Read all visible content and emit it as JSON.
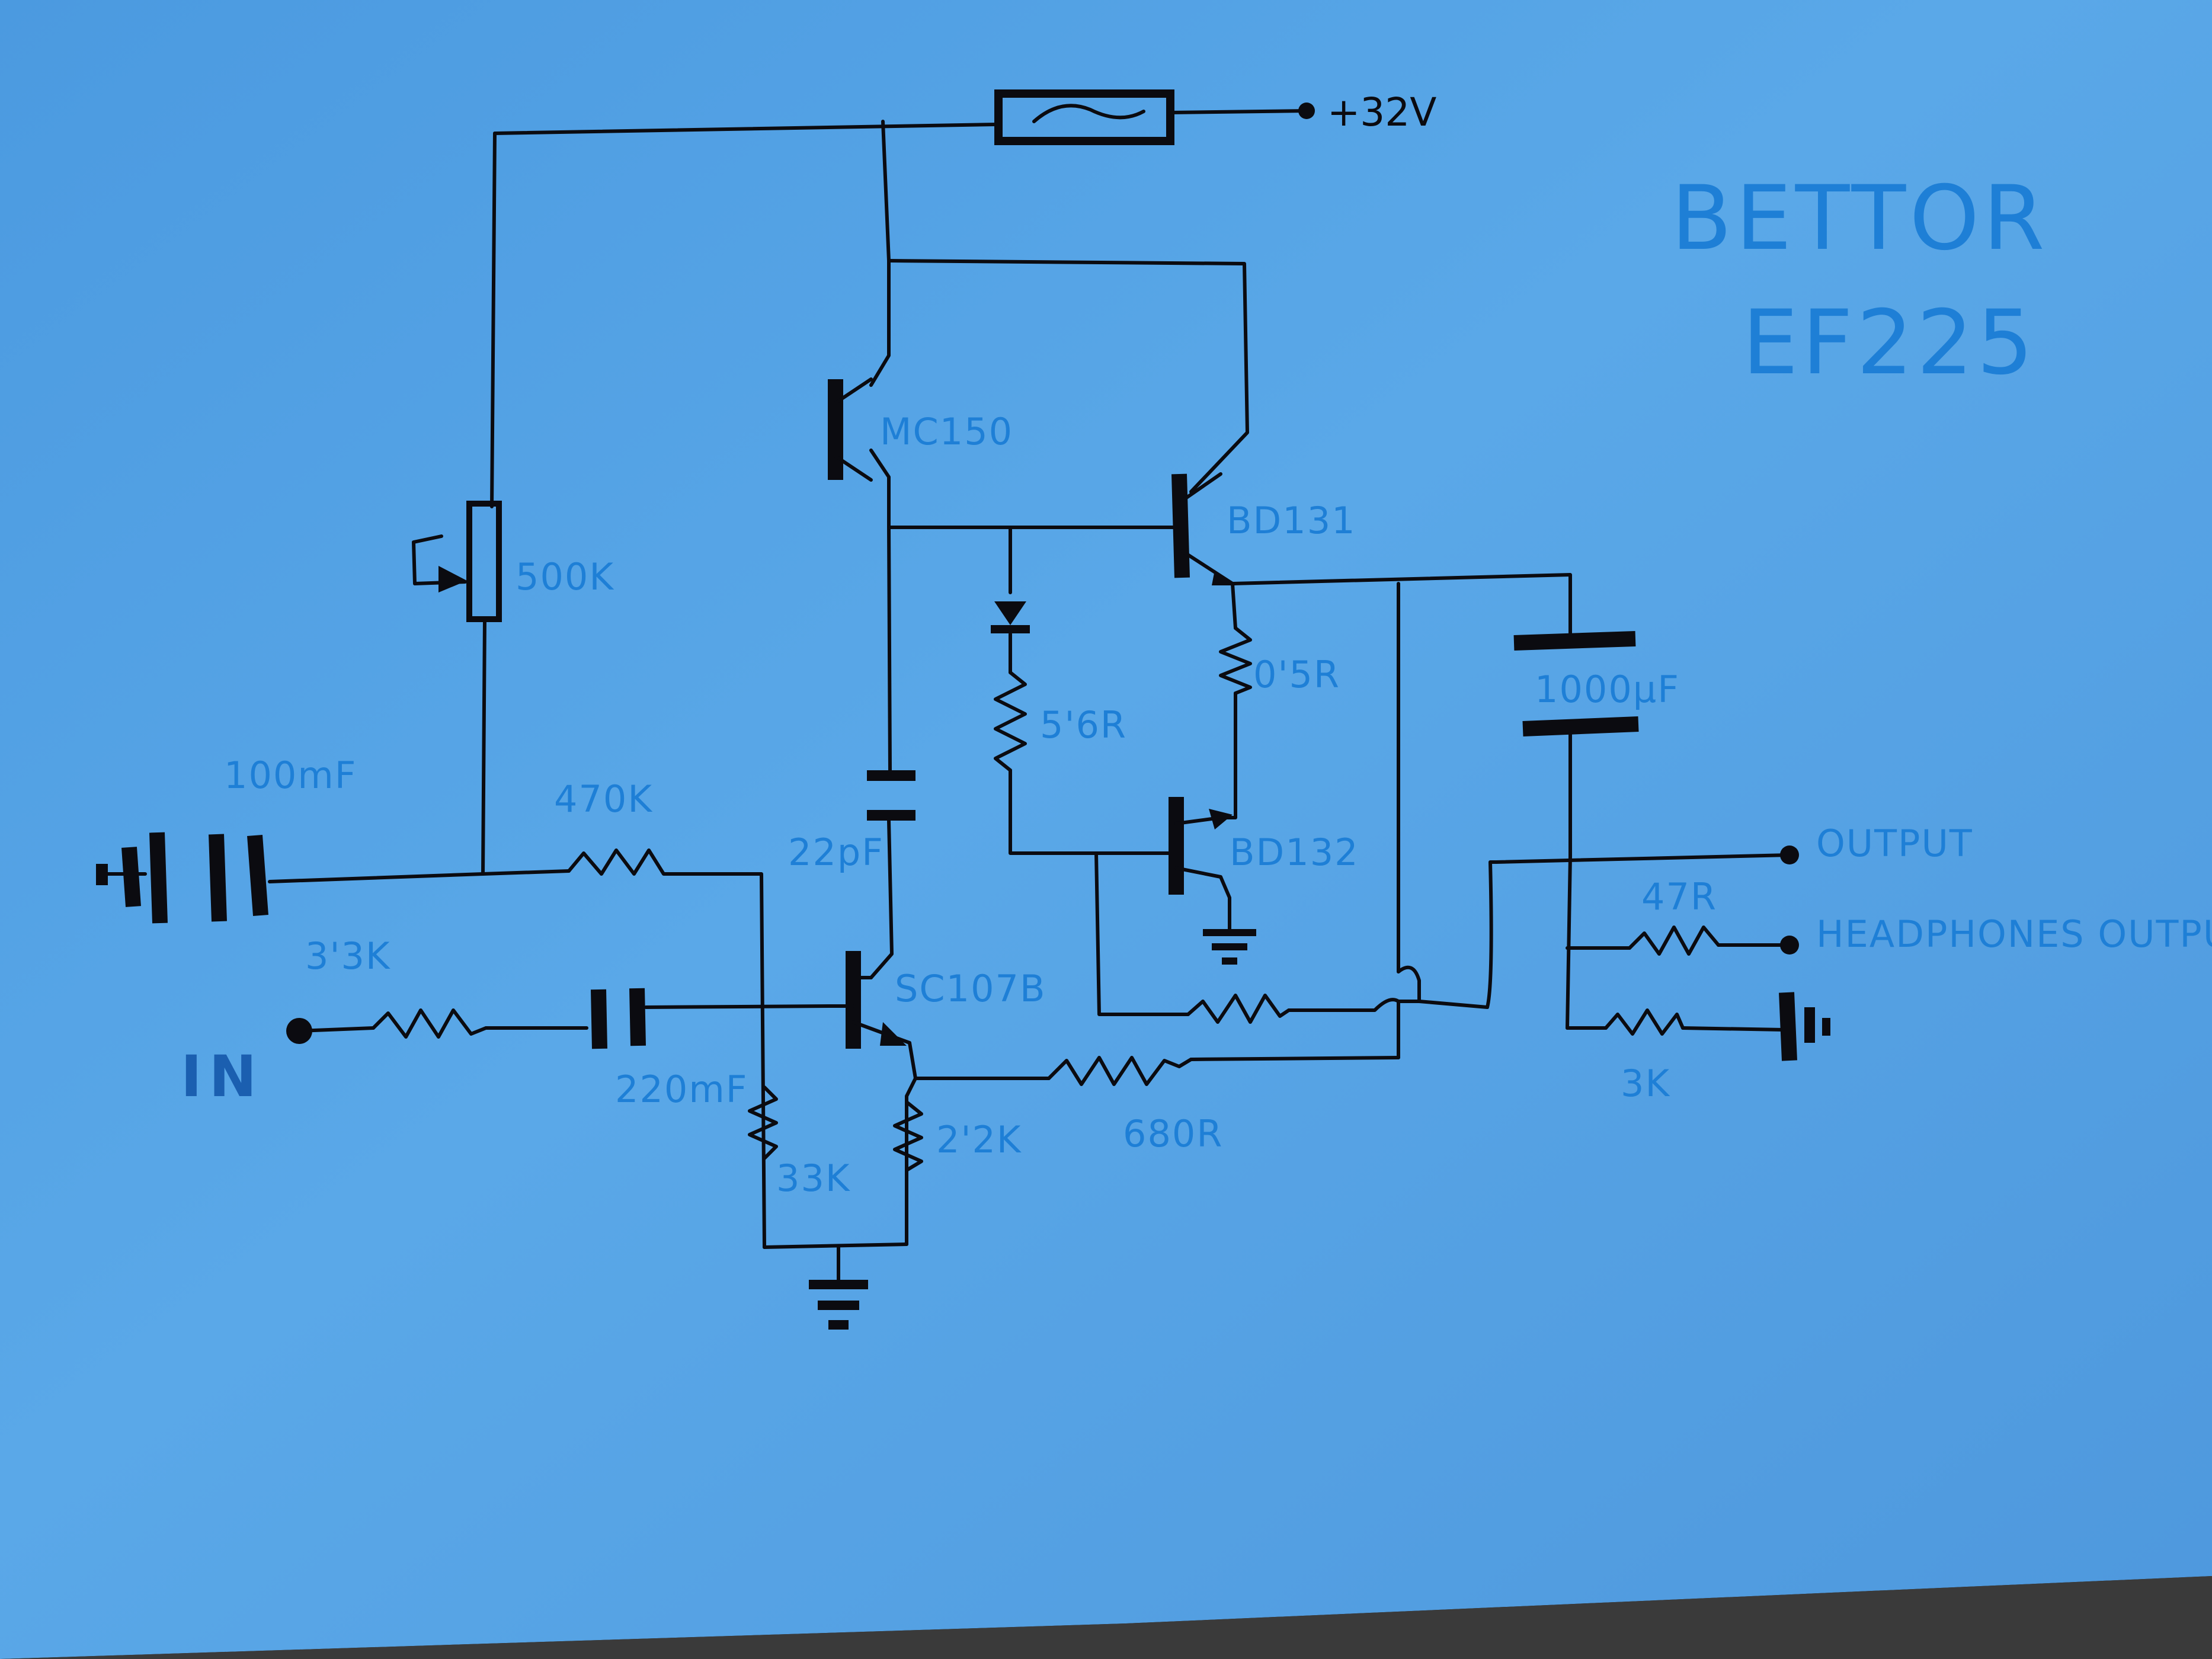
{
  "title": {
    "line1": "BETTOR",
    "line2": "EF225"
  },
  "supply": {
    "label": "+32V"
  },
  "components": {
    "pot": "500K",
    "cap_input": "100mF",
    "res_bias": "470K",
    "res_input": "3'3K",
    "input_label": "IN",
    "cap_coupling": "220mF",
    "res_33k": "33K",
    "res_emitter": "2'2K",
    "res_feedback": "680R",
    "cap_22pf": "22pF",
    "q_driver": "MC150",
    "q_input": "SC107B",
    "q_npn_out": "BD131",
    "q_pnp_out": "BD132",
    "res_56": "5'6R",
    "res_05": "0'5R",
    "cap_output": "1000μF",
    "res_47": "47R",
    "res_3k": "3K"
  },
  "outputs": {
    "main": "OUTPUT",
    "headphones": "HEADPHONES OUTPUT"
  },
  "colors": {
    "paper": "#56a4e4",
    "ink": "#0b0b10",
    "label": "#1e7fd6"
  }
}
